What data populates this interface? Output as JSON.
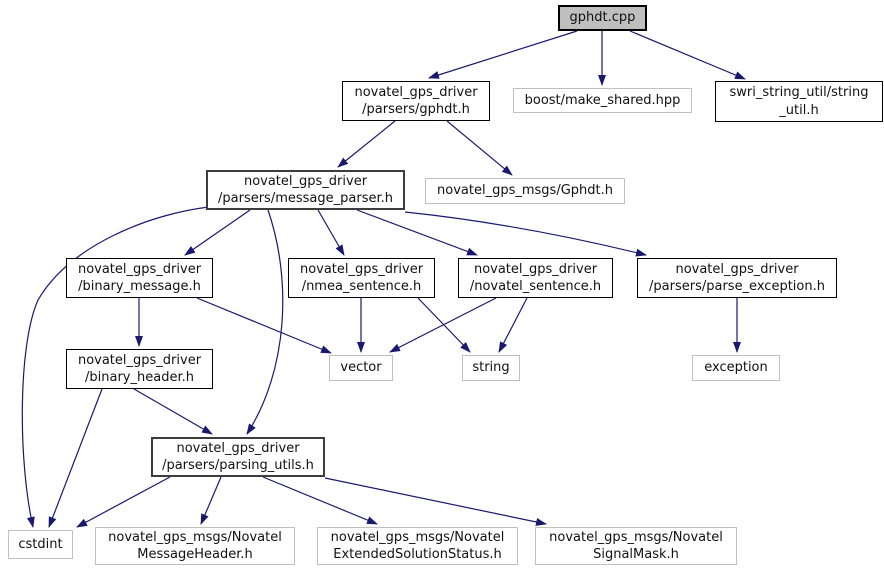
{
  "colors": {
    "edge": "#191970",
    "internal_border": "#000000",
    "external_border": "#c0c0c0",
    "root_fill": "#bfbfbf",
    "background": "#ffffff"
  },
  "nodes": {
    "gphdt_cpp": {
      "lines": [
        "gphdt.cpp"
      ]
    },
    "gphdt_h": {
      "lines": [
        "novatel_gps_driver",
        "/parsers/gphdt.h"
      ]
    },
    "make_shared": {
      "lines": [
        "boost/make_shared.hpp"
      ]
    },
    "string_util": {
      "lines": [
        "swri_string_util/string",
        "_util.h"
      ]
    },
    "message_parser": {
      "lines": [
        "novatel_gps_driver",
        "/parsers/message_parser.h"
      ]
    },
    "gphdt_msg": {
      "lines": [
        "novatel_gps_msgs/Gphdt.h"
      ]
    },
    "binary_message": {
      "lines": [
        "novatel_gps_driver",
        "/binary_message.h"
      ]
    },
    "nmea_sentence": {
      "lines": [
        "novatel_gps_driver",
        "/nmea_sentence.h"
      ]
    },
    "novatel_sentence": {
      "lines": [
        "novatel_gps_driver",
        "/novatel_sentence.h"
      ]
    },
    "parse_exception": {
      "lines": [
        "novatel_gps_driver",
        "/parsers/parse_exception.h"
      ]
    },
    "vector": {
      "lines": [
        "vector"
      ]
    },
    "string": {
      "lines": [
        "string"
      ]
    },
    "exception": {
      "lines": [
        "exception"
      ]
    },
    "binary_header": {
      "lines": [
        "novatel_gps_driver",
        "/binary_header.h"
      ]
    },
    "parsing_utils": {
      "lines": [
        "novatel_gps_driver",
        "/parsers/parsing_utils.h"
      ]
    },
    "cstdint": {
      "lines": [
        "cstdint"
      ]
    },
    "msg_header": {
      "lines": [
        "novatel_gps_msgs/Novatel",
        "MessageHeader.h"
      ]
    },
    "ext_status": {
      "lines": [
        "novatel_gps_msgs/Novatel",
        "ExtendedSolutionStatus.h"
      ]
    },
    "signal_mask": {
      "lines": [
        "novatel_gps_msgs/Novatel",
        "SignalMask.h"
      ]
    }
  },
  "edges": [
    {
      "from": "gphdt_cpp",
      "to": "gphdt_h"
    },
    {
      "from": "gphdt_cpp",
      "to": "make_shared"
    },
    {
      "from": "gphdt_cpp",
      "to": "string_util"
    },
    {
      "from": "gphdt_h",
      "to": "message_parser"
    },
    {
      "from": "gphdt_h",
      "to": "gphdt_msg"
    },
    {
      "from": "message_parser",
      "to": "binary_message"
    },
    {
      "from": "message_parser",
      "to": "nmea_sentence"
    },
    {
      "from": "message_parser",
      "to": "novatel_sentence"
    },
    {
      "from": "message_parser",
      "to": "parse_exception"
    },
    {
      "from": "message_parser",
      "to": "parsing_utils"
    },
    {
      "from": "message_parser",
      "to": "cstdint"
    },
    {
      "from": "binary_message",
      "to": "binary_header"
    },
    {
      "from": "binary_message",
      "to": "vector"
    },
    {
      "from": "nmea_sentence",
      "to": "vector"
    },
    {
      "from": "nmea_sentence",
      "to": "string"
    },
    {
      "from": "novatel_sentence",
      "to": "vector"
    },
    {
      "from": "novatel_sentence",
      "to": "string"
    },
    {
      "from": "parse_exception",
      "to": "exception"
    },
    {
      "from": "binary_header",
      "to": "parsing_utils"
    },
    {
      "from": "binary_header",
      "to": "cstdint"
    },
    {
      "from": "parsing_utils",
      "to": "cstdint"
    },
    {
      "from": "parsing_utils",
      "to": "msg_header"
    },
    {
      "from": "parsing_utils",
      "to": "ext_status"
    },
    {
      "from": "parsing_utils",
      "to": "signal_mask"
    }
  ]
}
